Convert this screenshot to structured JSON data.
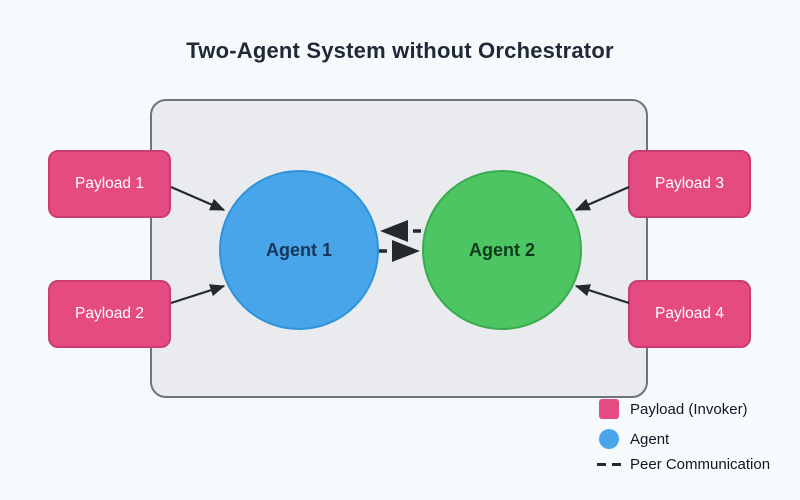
{
  "title": "Two-Agent System without Orchestrator",
  "diagram": {
    "agents": [
      {
        "label": "Agent 1"
      },
      {
        "label": "Agent 2"
      }
    ],
    "payloads": [
      {
        "label": "Payload 1"
      },
      {
        "label": "Payload 2"
      },
      {
        "label": "Payload 3"
      },
      {
        "label": "Payload 4"
      }
    ],
    "edges": [
      {
        "from": "Payload 1",
        "to": "Agent 1",
        "style": "solid"
      },
      {
        "from": "Payload 2",
        "to": "Agent 1",
        "style": "solid"
      },
      {
        "from": "Payload 3",
        "to": "Agent 2",
        "style": "solid"
      },
      {
        "from": "Payload 4",
        "to": "Agent 2",
        "style": "solid"
      },
      {
        "from": "Agent 2",
        "to": "Agent 1",
        "style": "dashed"
      },
      {
        "from": "Agent 1",
        "to": "Agent 2",
        "style": "dashed"
      }
    ]
  },
  "legend": {
    "items": [
      {
        "swatch": "payload-square",
        "label": "Payload (Invoker)"
      },
      {
        "swatch": "agent-circle",
        "label": "Agent"
      },
      {
        "swatch": "dashed-line",
        "label": "Peer Communication"
      }
    ]
  },
  "colors": {
    "page-bg": "#f7fafc",
    "container-fill": "#e9ebee",
    "container-border": "#6e747e",
    "payload-fill": "#e54b80",
    "payload-border": "#c93e6f",
    "payload-text": "#ffffff",
    "agent1-fill": "#49a5e9",
    "agent1-border": "#2f93da",
    "agent1-text": "#16375a",
    "agent2-fill": "#4ec563",
    "agent2-border": "#38ab4e",
    "agent2-text": "#0f3a1e",
    "arrow": "#24292e",
    "title-text": "#1f2937",
    "legend-text": "#111827"
  }
}
